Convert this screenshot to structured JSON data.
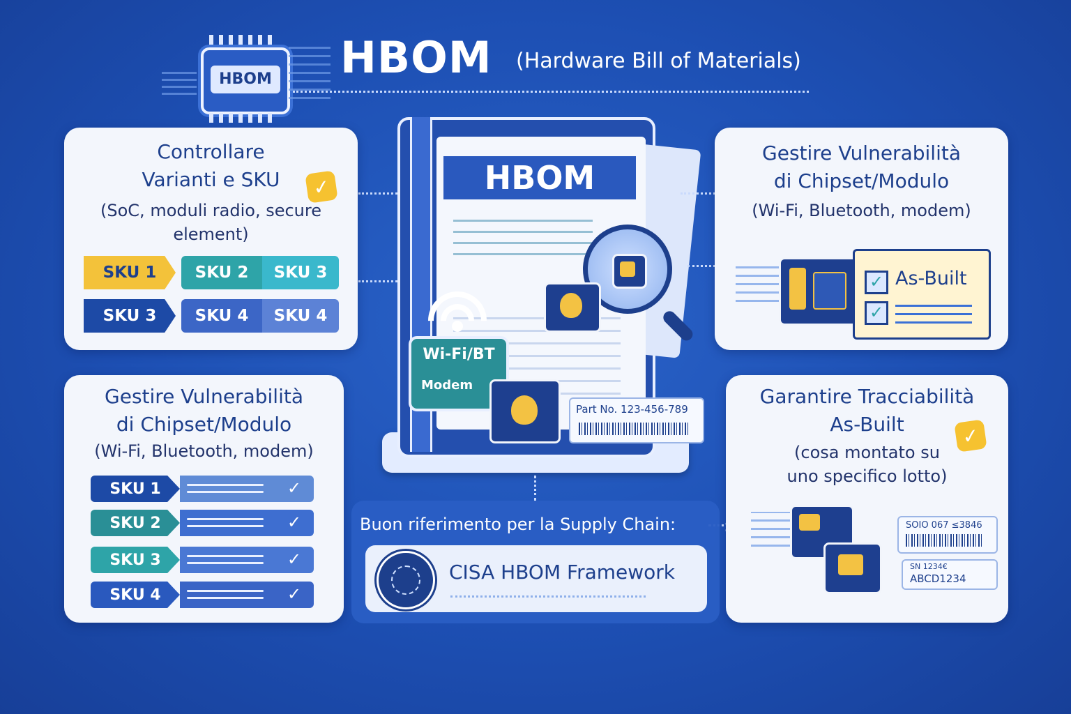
{
  "header": {
    "chip_label": "HBOM",
    "title": "HBOM",
    "subtitle": "(Hardware Bill of Materials)"
  },
  "center": {
    "doc_title": "HBOM",
    "wifi_label": "Wi-Fi/BT",
    "modem_label": "Modem",
    "part_no": "Part No. 123-456-789"
  },
  "card_top_left": {
    "title_line1": "Controllare",
    "title_line2": "Varianti e SKU",
    "sub_line1": "(SoC, moduli radio, secure",
    "sub_line2": "element)",
    "tags_row1": [
      "SKU 1",
      "SKU 2",
      "SKU 3"
    ],
    "tags_row2": [
      "SKU 3",
      "SKU 4",
      "SKU 4"
    ]
  },
  "card_top_right": {
    "title_line1": "Gestire Vulnerabilità",
    "title_line2": "di Chipset/Modulo",
    "sub_line1": "(Wi-Fi, Bluetooth, modem)",
    "badge": "As-Built"
  },
  "card_bottom_left": {
    "title_line1": "Gestire Vulnerabilità",
    "title_line2": "di Chipset/Modulo",
    "sub_line1": "(Wi-Fi, Bluetooth, modem)",
    "rows": [
      "SKU 1",
      "SKU 2",
      "SKU 3",
      "SKU 4"
    ]
  },
  "card_bottom_right": {
    "title_line1": "Garantire Tracciabilità",
    "title_line2": "As-Built",
    "sub_line1": "(cosa montato su",
    "sub_line2": "uno specifico lotto)",
    "label1": "SOIO 067 ≤3846",
    "label2_sn": "SN 1234€",
    "label2_code": "ABCD1234"
  },
  "supply": {
    "caption": "Buon riferimento per la Supply Chain:",
    "framework": "CISA HBOM Framework"
  },
  "colors": {
    "background": "#1d4fb3",
    "card": "#f3f6fc",
    "navy": "#1d3f8c",
    "yellow": "#f6c230",
    "teal": "#2ea4a8"
  }
}
